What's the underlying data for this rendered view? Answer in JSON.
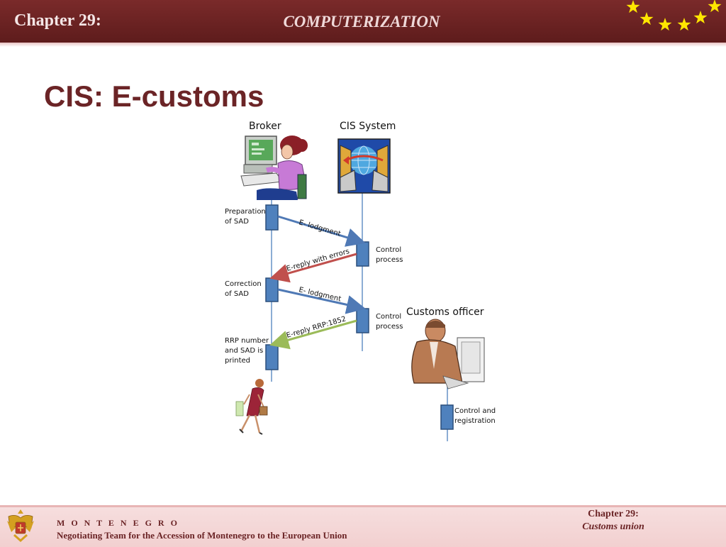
{
  "header": {
    "chapter": "Chapter 29:",
    "topic": "COMPUTERIZATION"
  },
  "slide": {
    "title": "CIS: E-customs"
  },
  "diagram": {
    "actors": {
      "broker": "Broker",
      "system": "CIS System",
      "officer": "Customs officer"
    },
    "steps": {
      "prep": [
        "Preparation",
        "of SAD"
      ],
      "control1": [
        "Control",
        "process"
      ],
      "correction": [
        "Correction",
        "of SAD"
      ],
      "control2": [
        "Control",
        "process"
      ],
      "printed": [
        "RRP number",
        "and SAD is",
        "printed"
      ],
      "registration": [
        "Control and",
        "registration"
      ]
    },
    "messages": {
      "lodgment1": "E- lodgment",
      "errors": "E-reply with errors",
      "lodgment2": "E- lodgment",
      "rrp": "E-reply  RRP:1852"
    },
    "colors": {
      "blue_arrow": "#4f79b5",
      "red_arrow": "#c0504d",
      "green_arrow": "#9bbb59",
      "activation_box": "#4f81bd"
    }
  },
  "footer": {
    "country": "M O N T E N E G R O",
    "team": "Negotiating Team for the Accession of  Montenegro to the European Union",
    "chapter": "Chapter 29:",
    "subtitle": "Customs union"
  }
}
